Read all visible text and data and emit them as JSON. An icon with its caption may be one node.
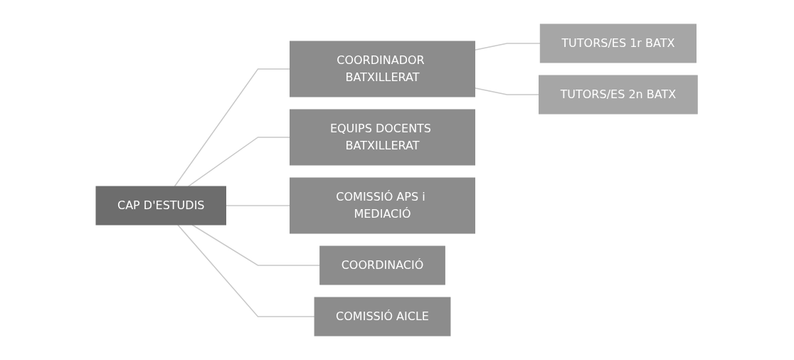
{
  "diagram": {
    "nodes": [
      {
        "text": [
          "CAP D'ESTUDIS"
        ]
      },
      {
        "text": [
          "COORDINADOR BATXILLERAT"
        ]
      },
      {
        "text": [
          "EQUIPS DOCENTS BATXILLERAT"
        ]
      },
      {
        "text": [
          "COMISSIÓ APS i MEDIACIÓ"
        ]
      },
      {
        "text": [
          "COORDINACIÓ"
        ]
      },
      {
        "text": [
          "COMISSIÓ AICLE"
        ]
      },
      {
        "text": [
          "TUTORS/ES 1r BATX"
        ]
      },
      {
        "text": [
          "TUTORS/ES 2n BATX"
        ]
      }
    ],
    "edges": [
      {
        "from": 0,
        "to": 1,
        "arrow": "none"
      },
      {
        "from": 0,
        "to": 2,
        "arrow": "none"
      },
      {
        "from": 0,
        "to": 3,
        "arrow": "none"
      },
      {
        "from": 0,
        "to": 4,
        "arrow": "none"
      },
      {
        "from": 0,
        "to": 5,
        "arrow": "none"
      },
      {
        "from": 1,
        "to": 6,
        "arrow": "none"
      },
      {
        "from": 1,
        "to": 7,
        "arrow": "none"
      }
    ]
  }
}
